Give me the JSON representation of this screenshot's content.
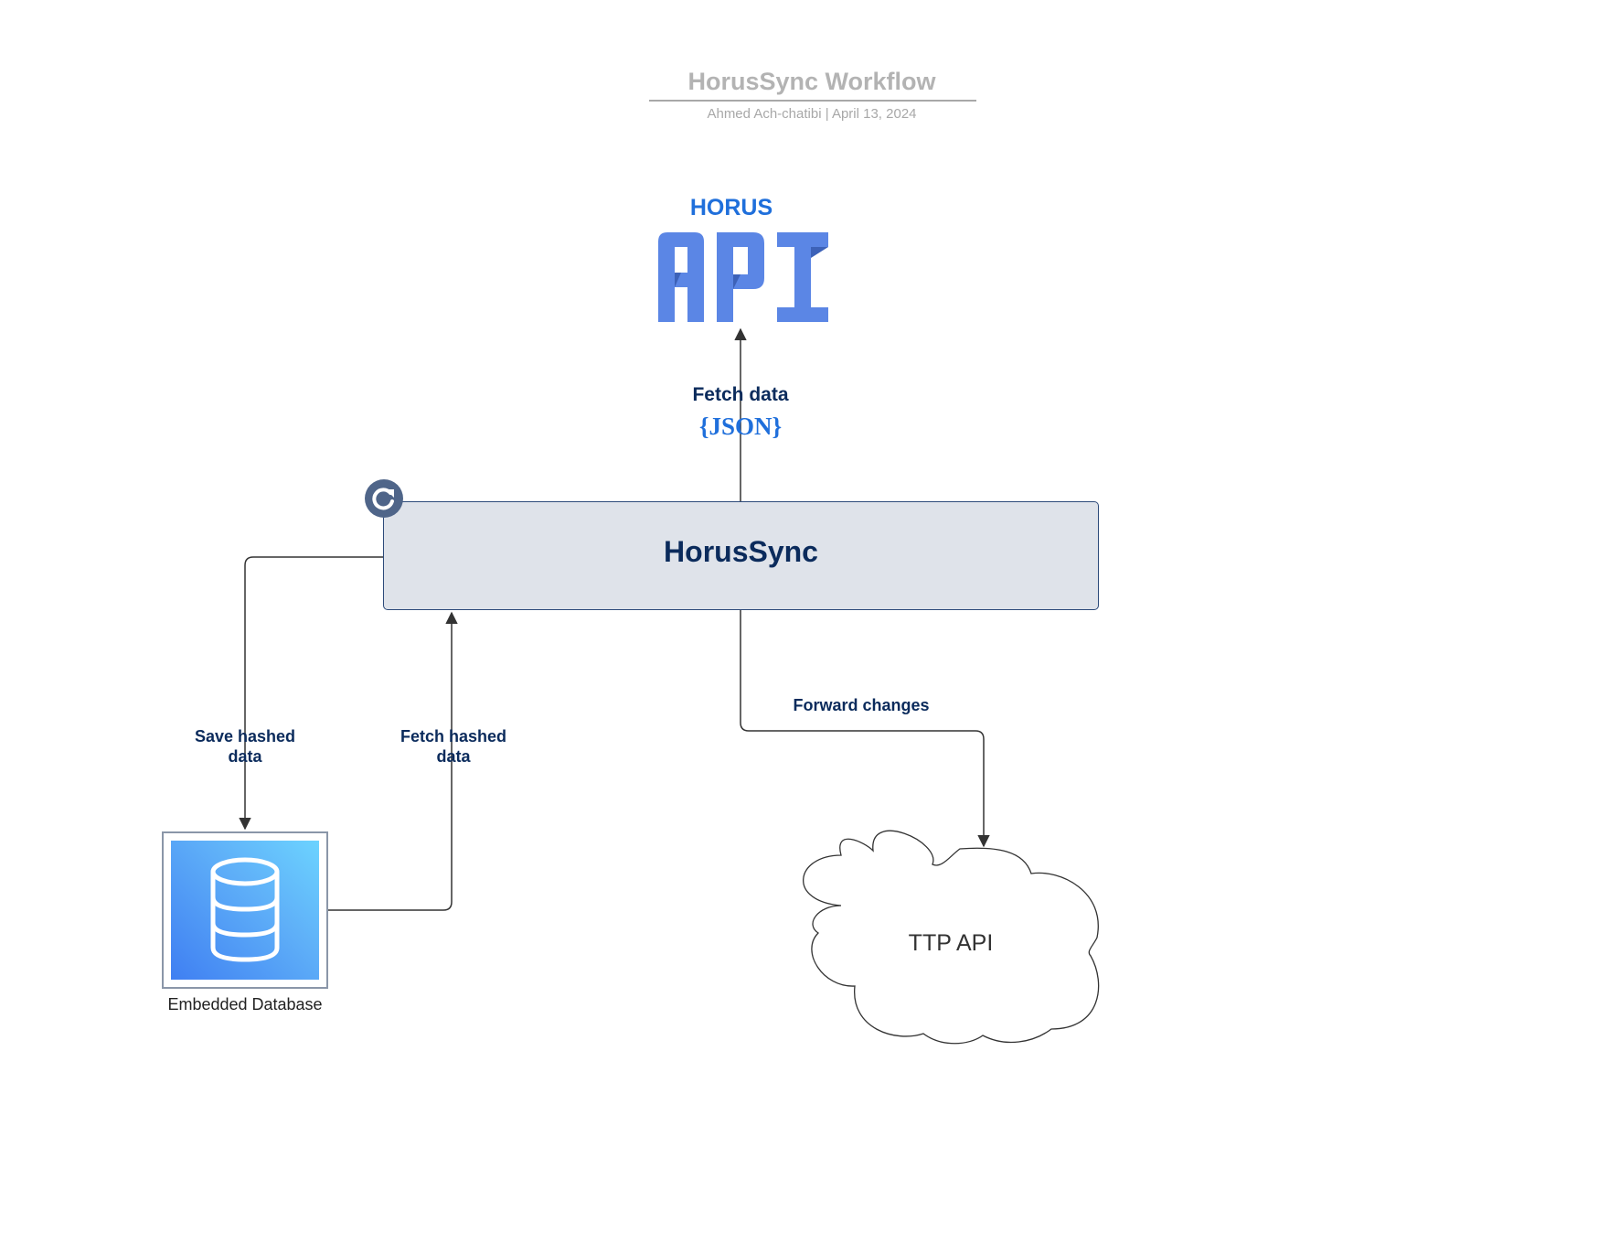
{
  "header": {
    "title": "HorusSync Workflow",
    "subtitle": "Ahmed Ach-chatibi  |  April 13, 2024"
  },
  "horus_api": {
    "label": "HORUS",
    "logo_text": "API",
    "logo_color": "#5b86e5"
  },
  "edges": {
    "fetch_data": "Fetch data",
    "json_tag": "{JSON}",
    "save_hashed": "Save hashed data",
    "fetch_hashed": "Fetch hashed data",
    "forward_changes": "Forward changes"
  },
  "nodes": {
    "horussync": "HorusSync",
    "database": "Embedded Database",
    "ttp_api": "TTP API"
  },
  "icons": {
    "refresh": "refresh-icon",
    "database": "database-icon",
    "cloud": "cloud-shape"
  },
  "colors": {
    "accent": "#1f6fdb",
    "navy": "#0b2b5c",
    "box_fill": "#dfe3ea",
    "refresh_badge": "#4f6589"
  }
}
